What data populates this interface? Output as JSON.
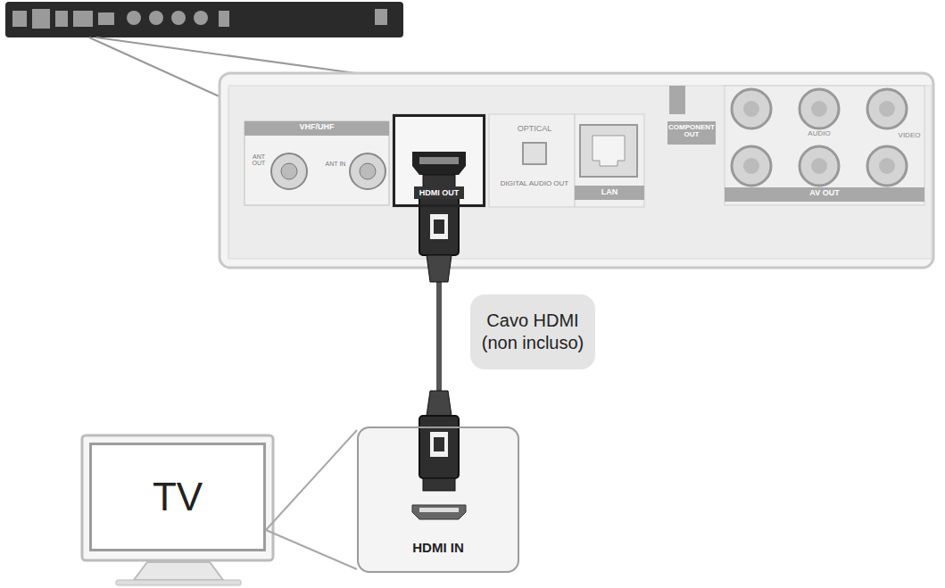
{
  "diagram": {
    "nodes": [
      {
        "text": [
          "HDMI OUT"
        ]
      },
      {
        "text": [
          "Cavo HDMI (non incluso)"
        ]
      },
      {
        "text": [
          "TV"
        ]
      },
      {
        "text": [
          "HDMI IN"
        ]
      }
    ],
    "edges": [
      {
        "from": 0,
        "to": 3,
        "arrow": "none"
      },
      {
        "from": 2,
        "to": 3,
        "arrow": "none"
      }
    ],
    "labels": [
      "VHF/UHF",
      "ANT OUT",
      "ANT IN",
      "OPTICAL",
      "DIGITAL AUDIO OUT",
      "LAN",
      "COMPONENT OUT",
      "AUDIO",
      "VIDEO",
      "AV OUT"
    ]
  }
}
